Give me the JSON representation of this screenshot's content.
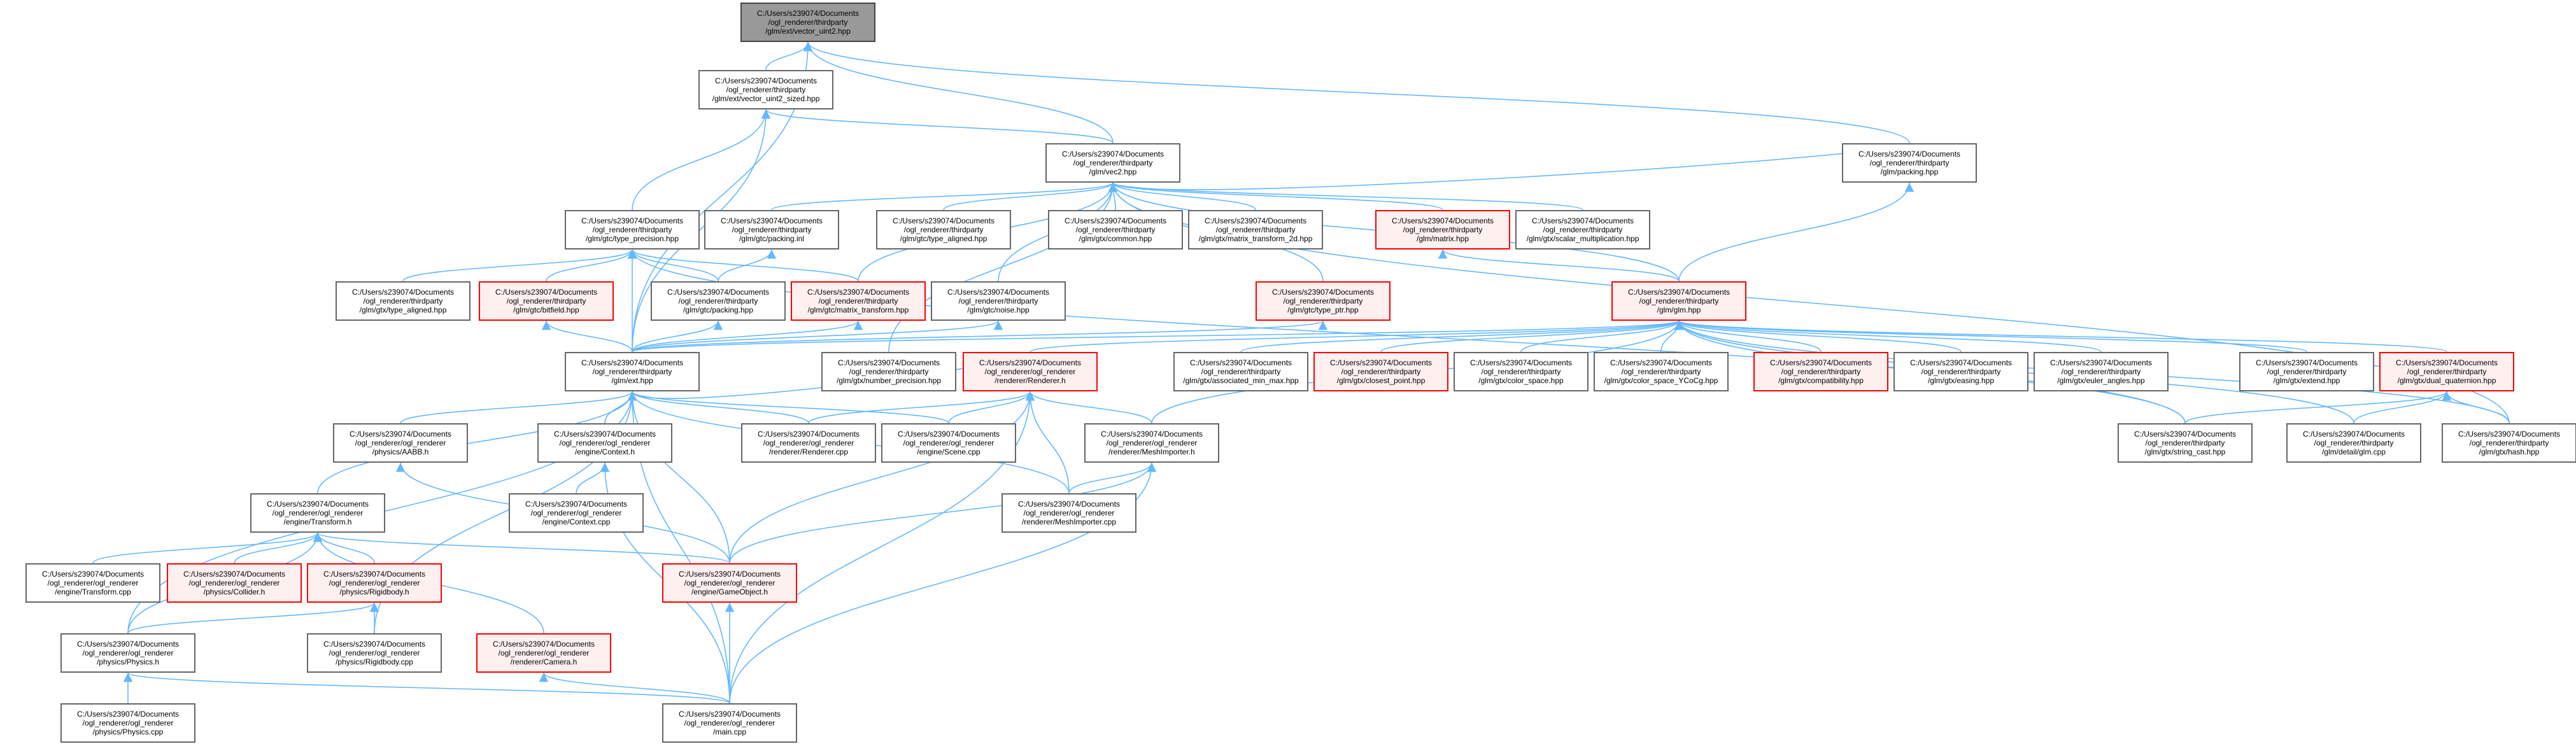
{
  "colors": {
    "edge": "#63b8ff",
    "border": "#666666",
    "highlight_border": "#ff0000",
    "root_fill": "#999999"
  },
  "nodes": [
    {
      "id": "n0",
      "lines": [
        "C:/Users/s239074/Documents",
        "/ogl_renderer/thirdparty",
        "/glm/ext/vector_uint2.hpp"
      ],
      "style": "root"
    },
    {
      "id": "n1",
      "lines": [
        "C:/Users/s239074/Documents",
        "/ogl_renderer/thirdparty",
        "/glm/ext/vector_uint2_sized.hpp"
      ],
      "style": "normal"
    },
    {
      "id": "n2",
      "lines": [
        "C:/Users/s239074/Documents",
        "/ogl_renderer/thirdparty",
        "/glm/vec2.hpp"
      ],
      "style": "normal"
    },
    {
      "id": "n3",
      "lines": [
        "C:/Users/s239074/Documents",
        "/ogl_renderer/thirdparty",
        "/glm/packing.hpp"
      ],
      "style": "normal"
    },
    {
      "id": "n4",
      "lines": [
        "C:/Users/s239074/Documents",
        "/ogl_renderer/thirdparty",
        "/glm/gtc/type_precision.hpp"
      ],
      "style": "normal"
    },
    {
      "id": "n5",
      "lines": [
        "C:/Users/s239074/Documents",
        "/ogl_renderer/thirdparty",
        "/glm/gtc/packing.inl"
      ],
      "style": "normal"
    },
    {
      "id": "n6",
      "lines": [
        "C:/Users/s239074/Documents",
        "/ogl_renderer/thirdparty",
        "/glm/gtc/type_aligned.hpp"
      ],
      "style": "normal"
    },
    {
      "id": "n7",
      "lines": [
        "C:/Users/s239074/Documents",
        "/ogl_renderer/thirdparty",
        "/glm/gtx/common.hpp"
      ],
      "style": "normal"
    },
    {
      "id": "n8",
      "lines": [
        "C:/Users/s239074/Documents",
        "/ogl_renderer/thirdparty",
        "/glm/gtx/matrix_transform_2d.hpp"
      ],
      "style": "normal"
    },
    {
      "id": "n9",
      "lines": [
        "C:/Users/s239074/Documents",
        "/ogl_renderer/thirdparty",
        "/glm/matrix.hpp"
      ],
      "style": "red"
    },
    {
      "id": "n10",
      "lines": [
        "C:/Users/s239074/Documents",
        "/ogl_renderer/thirdparty",
        "/glm/gtx/scalar_multiplication.hpp"
      ],
      "style": "normal"
    },
    {
      "id": "n11",
      "lines": [
        "C:/Users/s239074/Documents",
        "/ogl_renderer/thirdparty",
        "/glm/gtx/type_aligned.hpp"
      ],
      "style": "normal"
    },
    {
      "id": "n12",
      "lines": [
        "C:/Users/s239074/Documents",
        "/ogl_renderer/thirdparty",
        "/glm/gtc/bitfield.hpp"
      ],
      "style": "red"
    },
    {
      "id": "n13",
      "lines": [
        "C:/Users/s239074/Documents",
        "/ogl_renderer/thirdparty",
        "/glm/gtc/packing.hpp"
      ],
      "style": "normal"
    },
    {
      "id": "n14",
      "lines": [
        "C:/Users/s239074/Documents",
        "/ogl_renderer/thirdparty",
        "/glm/gtc/matrix_transform.hpp"
      ],
      "style": "red"
    },
    {
      "id": "n15",
      "lines": [
        "C:/Users/s239074/Documents",
        "/ogl_renderer/thirdparty",
        "/glm/gtc/noise.hpp"
      ],
      "style": "normal"
    },
    {
      "id": "n16",
      "lines": [
        "C:/Users/s239074/Documents",
        "/ogl_renderer/thirdparty",
        "/glm/gtc/type_ptr.hpp"
      ],
      "style": "red"
    },
    {
      "id": "n17",
      "lines": [
        "C:/Users/s239074/Documents",
        "/ogl_renderer/thirdparty",
        "/glm/glm.hpp"
      ],
      "style": "red"
    },
    {
      "id": "n18",
      "lines": [
        "C:/Users/s239074/Documents",
        "/ogl_renderer/thirdparty",
        "/glm/ext.hpp"
      ],
      "style": "normal"
    },
    {
      "id": "n19",
      "lines": [
        "C:/Users/s239074/Documents",
        "/ogl_renderer/thirdparty",
        "/glm/gtx/number_precision.hpp"
      ],
      "style": "normal"
    },
    {
      "id": "n20",
      "lines": [
        "C:/Users/s239074/Documents",
        "/ogl_renderer/ogl_renderer",
        "/renderer/Renderer.h"
      ],
      "style": "red"
    },
    {
      "id": "n21",
      "lines": [
        "C:/Users/s239074/Documents",
        "/ogl_renderer/thirdparty",
        "/glm/gtx/associated_min_max.hpp"
      ],
      "style": "normal"
    },
    {
      "id": "n22",
      "lines": [
        "C:/Users/s239074/Documents",
        "/ogl_renderer/thirdparty",
        "/glm/gtx/closest_point.hpp"
      ],
      "style": "red"
    },
    {
      "id": "n23",
      "lines": [
        "C:/Users/s239074/Documents",
        "/ogl_renderer/thirdparty",
        "/glm/gtx/color_space.hpp"
      ],
      "style": "normal"
    },
    {
      "id": "n24",
      "lines": [
        "C:/Users/s239074/Documents",
        "/ogl_renderer/thirdparty",
        "/glm/gtx/color_space_YCoCg.hpp"
      ],
      "style": "normal"
    },
    {
      "id": "n25",
      "lines": [
        "C:/Users/s239074/Documents",
        "/ogl_renderer/thirdparty",
        "/glm/gtx/compatibility.hpp"
      ],
      "style": "red"
    },
    {
      "id": "n26",
      "lines": [
        "C:/Users/s239074/Documents",
        "/ogl_renderer/thirdparty",
        "/glm/gtx/easing.hpp"
      ],
      "style": "normal"
    },
    {
      "id": "n27",
      "lines": [
        "C:/Users/s239074/Documents",
        "/ogl_renderer/thirdparty",
        "/glm/gtx/euler_angles.hpp"
      ],
      "style": "normal"
    },
    {
      "id": "n28",
      "lines": [
        "C:/Users/s239074/Documents",
        "/ogl_renderer/thirdparty",
        "/glm/gtx/extend.hpp"
      ],
      "style": "normal"
    },
    {
      "id": "n29",
      "lines": [
        "C:/Users/s239074/Documents",
        "/ogl_renderer/thirdparty",
        "/glm/gtx/dual_quaternion.hpp"
      ],
      "style": "red"
    },
    {
      "id": "n30",
      "lines": [
        "C:/Users/s239074/Documents",
        "/ogl_renderer/ogl_renderer",
        "/physics/AABB.h"
      ],
      "style": "normal"
    },
    {
      "id": "n31",
      "lines": [
        "C:/Users/s239074/Documents",
        "/ogl_renderer/ogl_renderer",
        "/engine/Context.h"
      ],
      "style": "normal"
    },
    {
      "id": "n32",
      "lines": [
        "C:/Users/s239074/Documents",
        "/ogl_renderer/ogl_renderer",
        "/renderer/Renderer.cpp"
      ],
      "style": "normal"
    },
    {
      "id": "n33",
      "lines": [
        "C:/Users/s239074/Documents",
        "/ogl_renderer/ogl_renderer",
        "/engine/Scene.cpp"
      ],
      "style": "normal"
    },
    {
      "id": "n34",
      "lines": [
        "C:/Users/s239074/Documents",
        "/ogl_renderer/ogl_renderer",
        "/renderer/MeshImporter.h"
      ],
      "style": "normal"
    },
    {
      "id": "n35",
      "lines": [
        "C:/Users/s239074/Documents",
        "/ogl_renderer/thirdparty",
        "/glm/gtx/string_cast.hpp"
      ],
      "style": "normal"
    },
    {
      "id": "n36",
      "lines": [
        "C:/Users/s239074/Documents",
        "/ogl_renderer/thirdparty",
        "/glm/detail/glm.cpp"
      ],
      "style": "normal"
    },
    {
      "id": "n37",
      "lines": [
        "C:/Users/s239074/Documents",
        "/ogl_renderer/thirdparty",
        "/glm/gtx/hash.hpp"
      ],
      "style": "normal"
    },
    {
      "id": "n38",
      "lines": [
        "C:/Users/s239074/Documents",
        "/ogl_renderer/ogl_renderer",
        "/engine/Transform.h"
      ],
      "style": "normal"
    },
    {
      "id": "n39",
      "lines": [
        "C:/Users/s239074/Documents",
        "/ogl_renderer/ogl_renderer",
        "/engine/Context.cpp"
      ],
      "style": "normal"
    },
    {
      "id": "n40",
      "lines": [
        "C:/Users/s239074/Documents",
        "/ogl_renderer/ogl_renderer",
        "/renderer/MeshImporter.cpp"
      ],
      "style": "normal"
    },
    {
      "id": "n41",
      "lines": [
        "C:/Users/s239074/Documents",
        "/ogl_renderer/ogl_renderer",
        "/engine/Transform.cpp"
      ],
      "style": "normal"
    },
    {
      "id": "n42",
      "lines": [
        "C:/Users/s239074/Documents",
        "/ogl_renderer/ogl_renderer",
        "/physics/Collider.h"
      ],
      "style": "red"
    },
    {
      "id": "n43",
      "lines": [
        "C:/Users/s239074/Documents",
        "/ogl_renderer/ogl_renderer",
        "/physics/Rigidbody.h"
      ],
      "style": "red"
    },
    {
      "id": "n44",
      "lines": [
        "C:/Users/s239074/Documents",
        "/ogl_renderer/ogl_renderer",
        "/engine/GameObject.h"
      ],
      "style": "red"
    },
    {
      "id": "n45",
      "lines": [
        "C:/Users/s239074/Documents",
        "/ogl_renderer/ogl_renderer",
        "/physics/Physics.h"
      ],
      "style": "normal"
    },
    {
      "id": "n46",
      "lines": [
        "C:/Users/s239074/Documents",
        "/ogl_renderer/ogl_renderer",
        "/physics/Rigidbody.cpp"
      ],
      "style": "normal"
    },
    {
      "id": "n47",
      "lines": [
        "C:/Users/s239074/Documents",
        "/ogl_renderer/ogl_renderer",
        "/renderer/Camera.h"
      ],
      "style": "red"
    },
    {
      "id": "n48",
      "lines": [
        "C:/Users/s239074/Documents",
        "/ogl_renderer/ogl_renderer",
        "/physics/Physics.cpp"
      ],
      "style": "normal"
    },
    {
      "id": "n49",
      "lines": [
        "C:/Users/s239074/Documents",
        "/ogl_renderer/ogl_renderer",
        "/main.cpp"
      ],
      "style": "normal"
    }
  ],
  "edges": [
    [
      "n1",
      "n0"
    ],
    [
      "n2",
      "n0"
    ],
    [
      "n3",
      "n0"
    ],
    [
      "n18",
      "n0"
    ],
    [
      "n2",
      "n1"
    ],
    [
      "n4",
      "n1"
    ],
    [
      "n18",
      "n1"
    ],
    [
      "n3",
      "n2"
    ],
    [
      "n5",
      "n2"
    ],
    [
      "n6",
      "n2"
    ],
    [
      "n7",
      "n2"
    ],
    [
      "n8",
      "n2"
    ],
    [
      "n9",
      "n2"
    ],
    [
      "n10",
      "n2"
    ],
    [
      "n14",
      "n2"
    ],
    [
      "n15",
      "n2"
    ],
    [
      "n16",
      "n2"
    ],
    [
      "n17",
      "n2"
    ],
    [
      "n19",
      "n2"
    ],
    [
      "n37",
      "n2"
    ],
    [
      "n17",
      "n3"
    ],
    [
      "n11",
      "n4"
    ],
    [
      "n12",
      "n4"
    ],
    [
      "n13",
      "n4"
    ],
    [
      "n14",
      "n4"
    ],
    [
      "n18",
      "n4"
    ],
    [
      "n35",
      "n4"
    ],
    [
      "n13",
      "n5"
    ],
    [
      "n17",
      "n9"
    ],
    [
      "n18",
      "n12"
    ],
    [
      "n18",
      "n13"
    ],
    [
      "n18",
      "n14"
    ],
    [
      "n18",
      "n15"
    ],
    [
      "n18",
      "n16"
    ],
    [
      "n18",
      "n17"
    ],
    [
      "n20",
      "n17"
    ],
    [
      "n21",
      "n17"
    ],
    [
      "n22",
      "n17"
    ],
    [
      "n23",
      "n17"
    ],
    [
      "n24",
      "n17"
    ],
    [
      "n25",
      "n17"
    ],
    [
      "n26",
      "n17"
    ],
    [
      "n27",
      "n17"
    ],
    [
      "n28",
      "n17"
    ],
    [
      "n29",
      "n17"
    ],
    [
      "n34",
      "n17"
    ],
    [
      "n35",
      "n17"
    ],
    [
      "n36",
      "n17"
    ],
    [
      "n37",
      "n17"
    ],
    [
      "n35",
      "n29"
    ],
    [
      "n36",
      "n29"
    ],
    [
      "n37",
      "n29"
    ],
    [
      "n20",
      "n18"
    ],
    [
      "n30",
      "n18"
    ],
    [
      "n31",
      "n18"
    ],
    [
      "n32",
      "n18"
    ],
    [
      "n33",
      "n18"
    ],
    [
      "n38",
      "n18"
    ],
    [
      "n40",
      "n18"
    ],
    [
      "n44",
      "n18"
    ],
    [
      "n45",
      "n18"
    ],
    [
      "n46",
      "n18"
    ],
    [
      "n49",
      "n18"
    ],
    [
      "n32",
      "n20"
    ],
    [
      "n33",
      "n20"
    ],
    [
      "n34",
      "n20"
    ],
    [
      "n40",
      "n20"
    ],
    [
      "n44",
      "n20"
    ],
    [
      "n49",
      "n20"
    ],
    [
      "n44",
      "n30"
    ],
    [
      "n39",
      "n31"
    ],
    [
      "n49",
      "n31"
    ],
    [
      "n40",
      "n34"
    ],
    [
      "n44",
      "n34"
    ],
    [
      "n49",
      "n34"
    ],
    [
      "n41",
      "n38"
    ],
    [
      "n42",
      "n38"
    ],
    [
      "n43",
      "n38"
    ],
    [
      "n44",
      "n38"
    ],
    [
      "n45",
      "n38"
    ],
    [
      "n47",
      "n38"
    ],
    [
      "n45",
      "n43"
    ],
    [
      "n46",
      "n43"
    ],
    [
      "n49",
      "n44"
    ],
    [
      "n48",
      "n45"
    ],
    [
      "n49",
      "n45"
    ],
    [
      "n49",
      "n47"
    ]
  ]
}
